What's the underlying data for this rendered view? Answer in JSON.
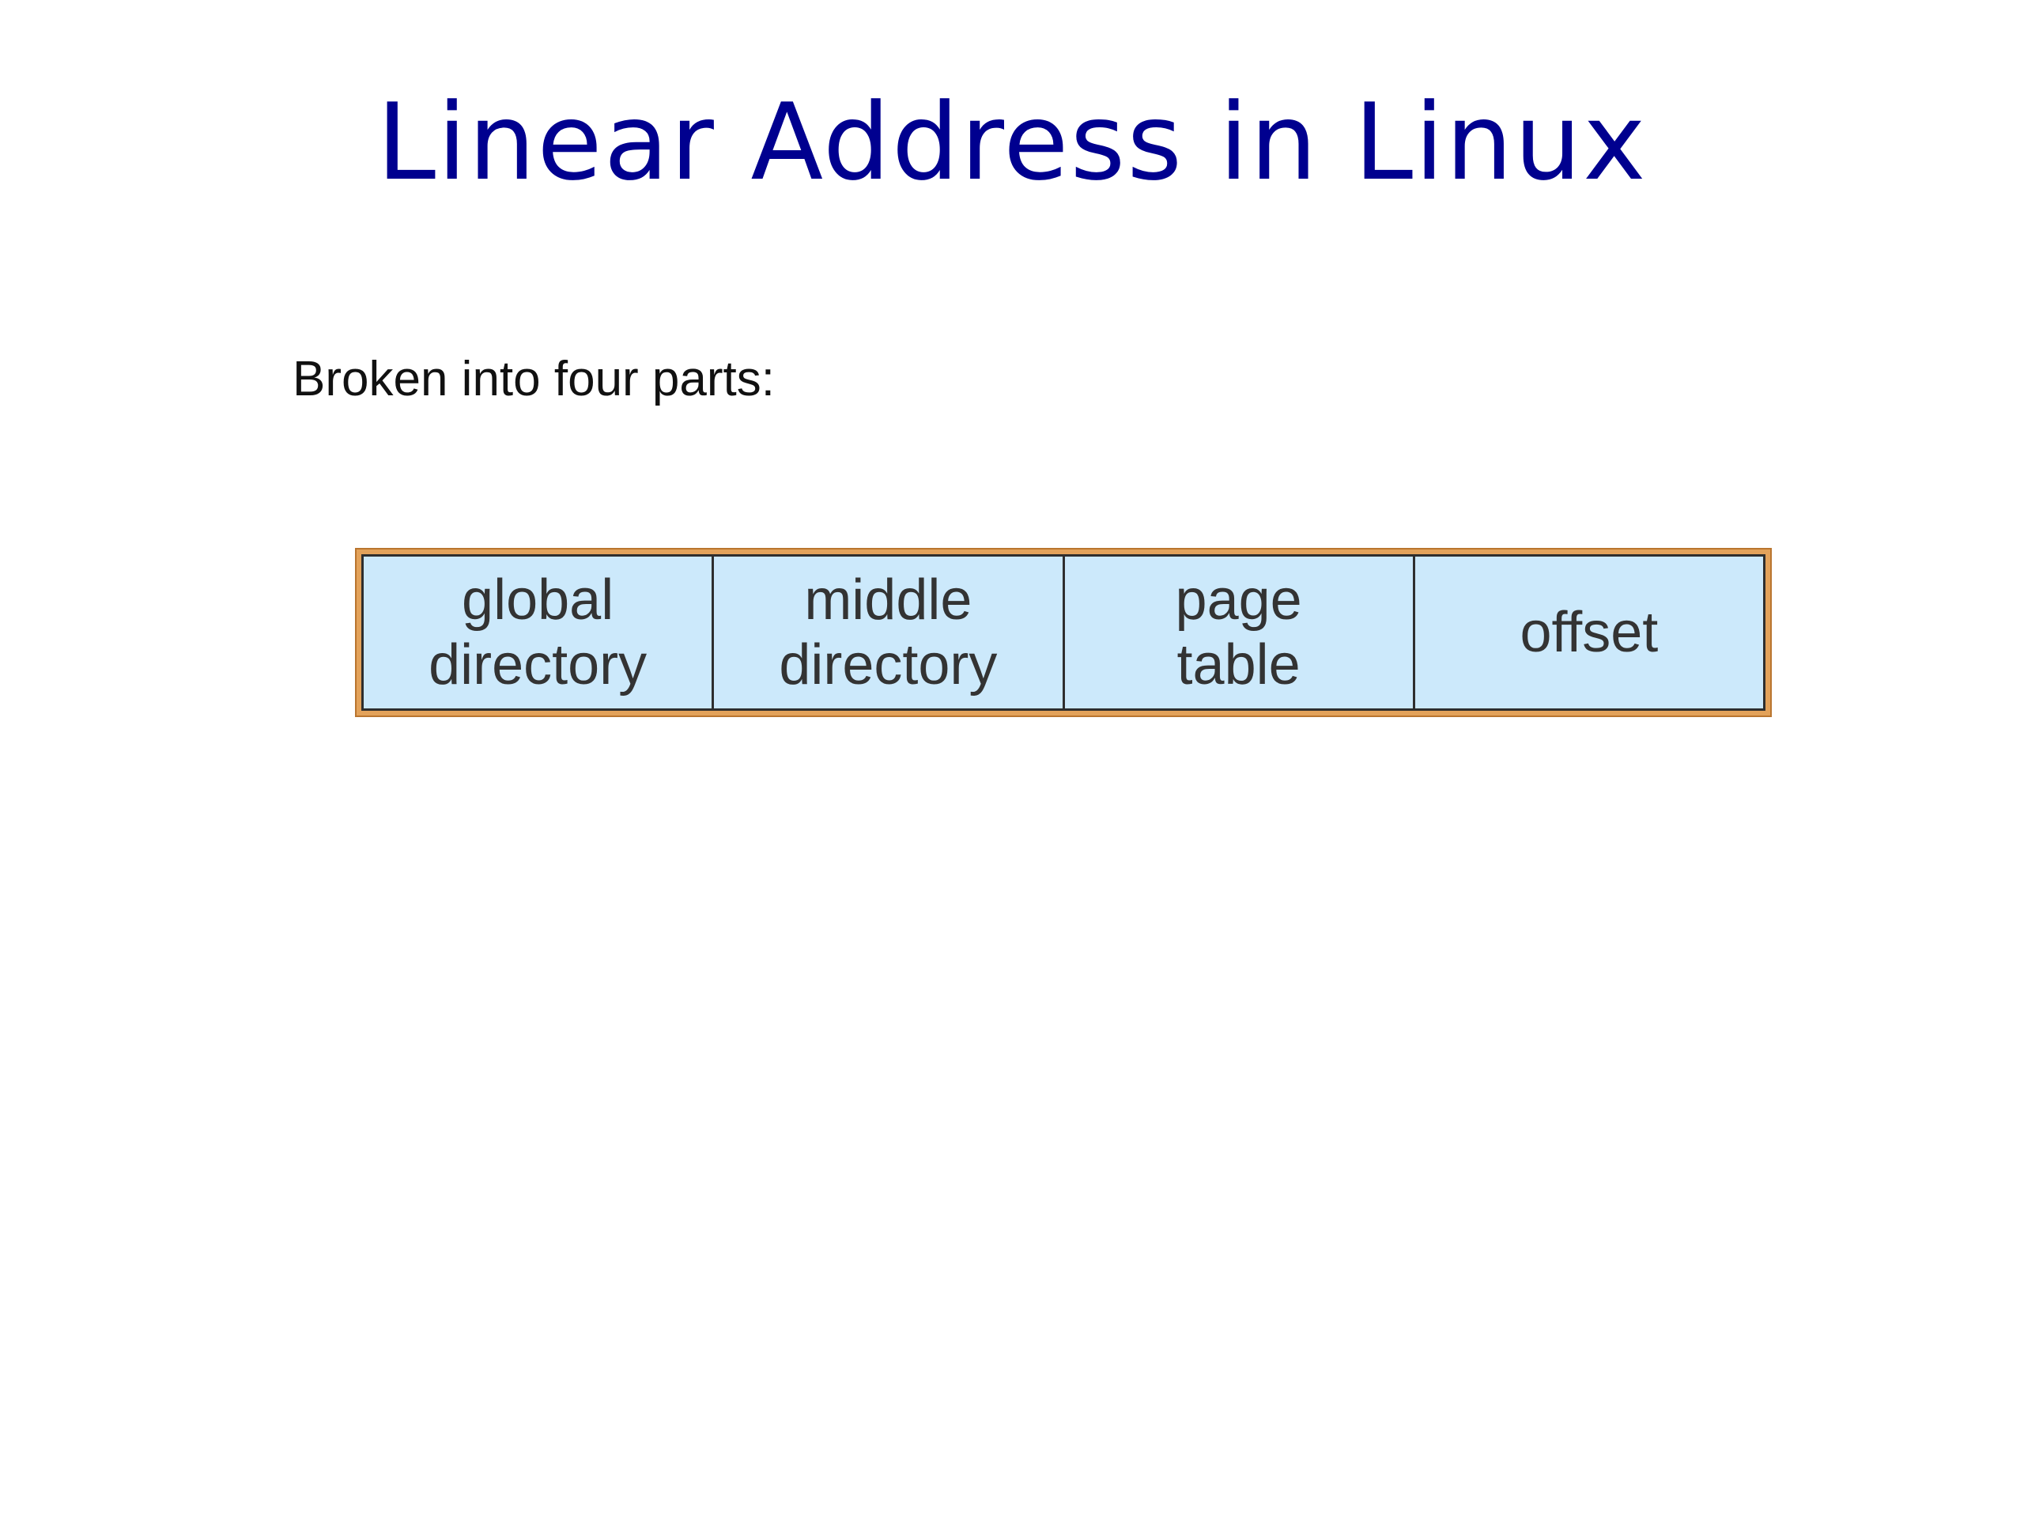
{
  "slide": {
    "title": "Linear Address in Linux",
    "intro": "Broken into four parts:"
  },
  "address": {
    "fields": [
      {
        "label": "global\ndirectory"
      },
      {
        "label": "middle\ndirectory"
      },
      {
        "label": "page\ntable"
      },
      {
        "label": "offset"
      }
    ]
  },
  "colors": {
    "title": "#00008f",
    "field_fill": "#cce9fb",
    "frame": "#e3a25a"
  }
}
